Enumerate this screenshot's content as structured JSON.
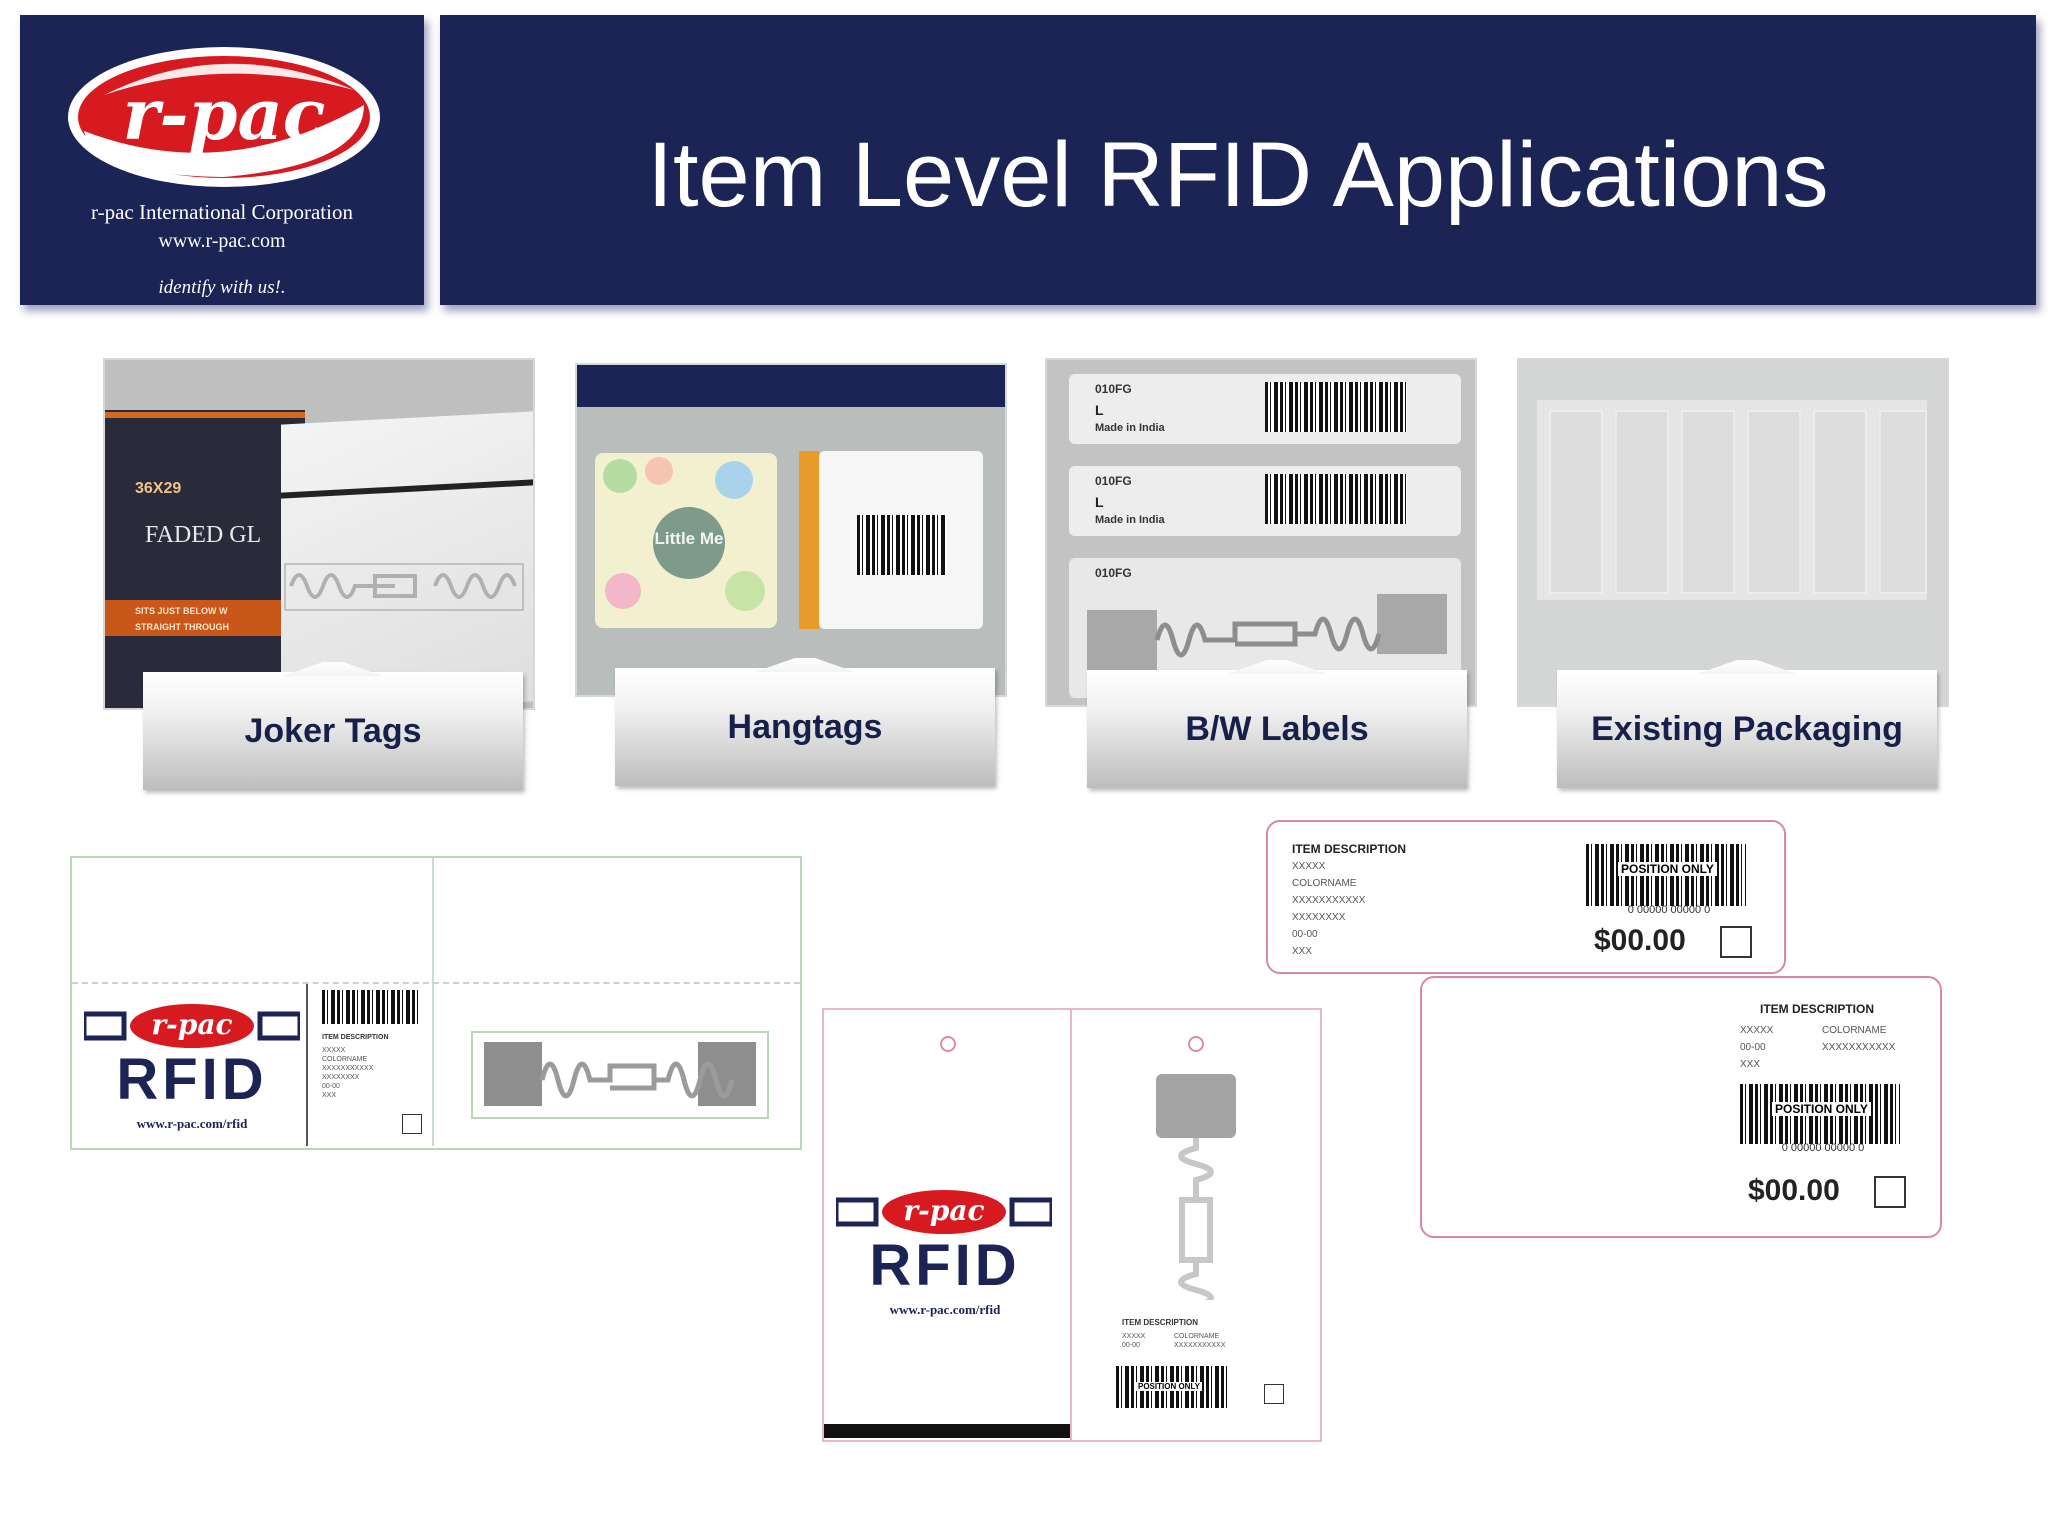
{
  "header": {
    "title": "Item Level RFID Applications",
    "logo_text": "r-pac",
    "company": "r-pac International Corporation",
    "website": "www.r-pac.com",
    "tagline": "identify with us!."
  },
  "products": [
    {
      "caption": "Joker Tags"
    },
    {
      "caption": "Hangtags"
    },
    {
      "caption": "B/W Labels"
    },
    {
      "caption": "Existing Packaging"
    }
  ],
  "photo_text": {
    "joker_size": "36X29",
    "joker_brand": "FADED GL",
    "joker_note1": "SITS JUST BELOW W",
    "joker_note2": "STRAIGHT THROUGH",
    "hangtag_badge": "Little Me",
    "label_code": "010FG",
    "label_size": "L",
    "label_origin": "Made in India",
    "label_code3": "010FG"
  },
  "rfid_brand": {
    "logo_text": "r-pac",
    "word": "RFID",
    "url": "www.r-pac.com/rfid"
  },
  "price_tag": {
    "heading": "ITEM DESCRIPTION",
    "lines": [
      "XXXXX",
      "COLORNAME",
      "XXXXXXXXXXX",
      "XXXXXXXX",
      "00-00",
      "XXX"
    ],
    "lines_right": [
      "XXXXX",
      "00-00",
      "XXX"
    ],
    "lines_right2": [
      "COLORNAME",
      "XXXXXXXXXXX"
    ],
    "barcode_label": "POSITION ONLY",
    "barcode_digits": "0 00000 00000 0",
    "price": "$00.00"
  }
}
